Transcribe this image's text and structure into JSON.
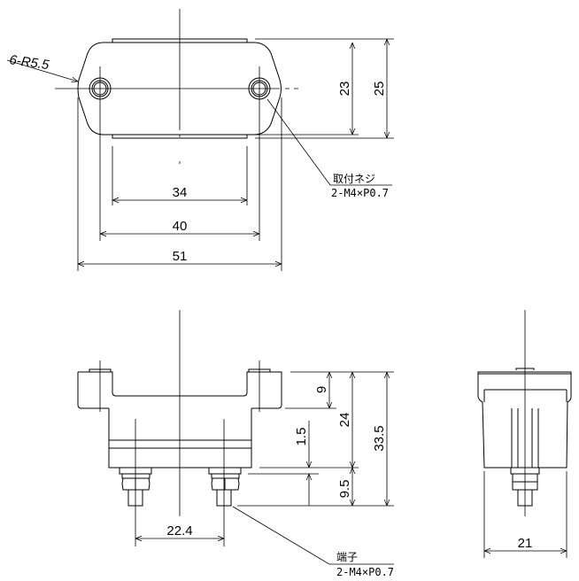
{
  "top_view": {
    "radius_note": "6-R5.5",
    "dim_34": "34",
    "dim_40": "40",
    "dim_51": "51",
    "dim_23": "23",
    "dim_25": "25",
    "mount_screw_label": "取付ネジ",
    "mount_screw_spec": "2-M4×P0.7"
  },
  "front_view": {
    "dim_9": "9",
    "dim_24": "24",
    "dim_33_5": "33.5",
    "dim_1_5": "1.5",
    "dim_9_5": "9.5",
    "dim_22_4": "22.4",
    "terminal_label": "端子",
    "terminal_spec": "2-M4×P0.7"
  },
  "side_view": {
    "dim_21": "21"
  }
}
